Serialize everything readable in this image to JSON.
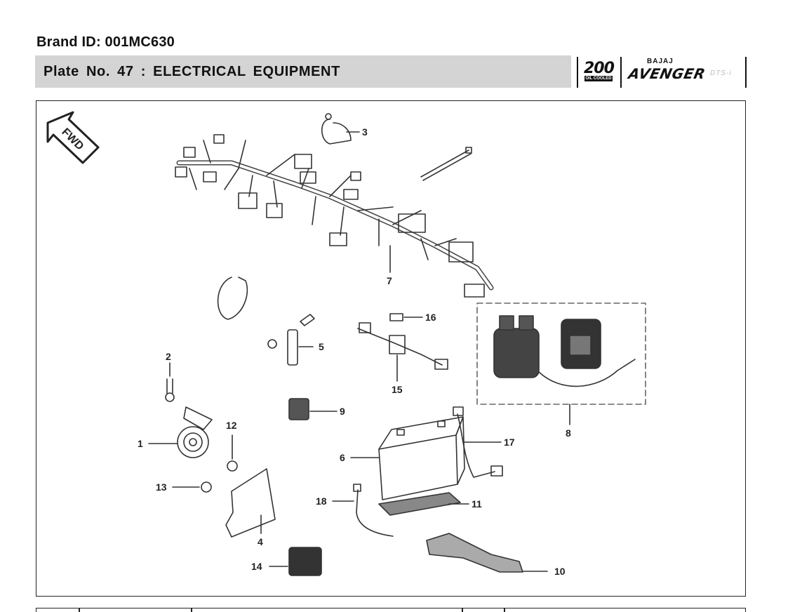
{
  "header": {
    "brand_id": "Brand ID: 001MC630",
    "plate_title": "Plate No.  47  : ELECTRICAL EQUIPMENT"
  },
  "logo": {
    "engine_cc": "200",
    "oil_cooled": "OIL COOLED",
    "maker": "BAJAJ",
    "model": "AVENGER",
    "variant": "DTS-i"
  },
  "diagram": {
    "direction_badge": "FWD",
    "callouts": [
      "1",
      "2",
      "3",
      "4",
      "5",
      "6",
      "7",
      "8",
      "9",
      "10",
      "11",
      "12",
      "13",
      "14",
      "15",
      "16",
      "17",
      "18"
    ]
  },
  "colors": {
    "title_bar": "#d4d4d4",
    "line_art": "#333333"
  }
}
